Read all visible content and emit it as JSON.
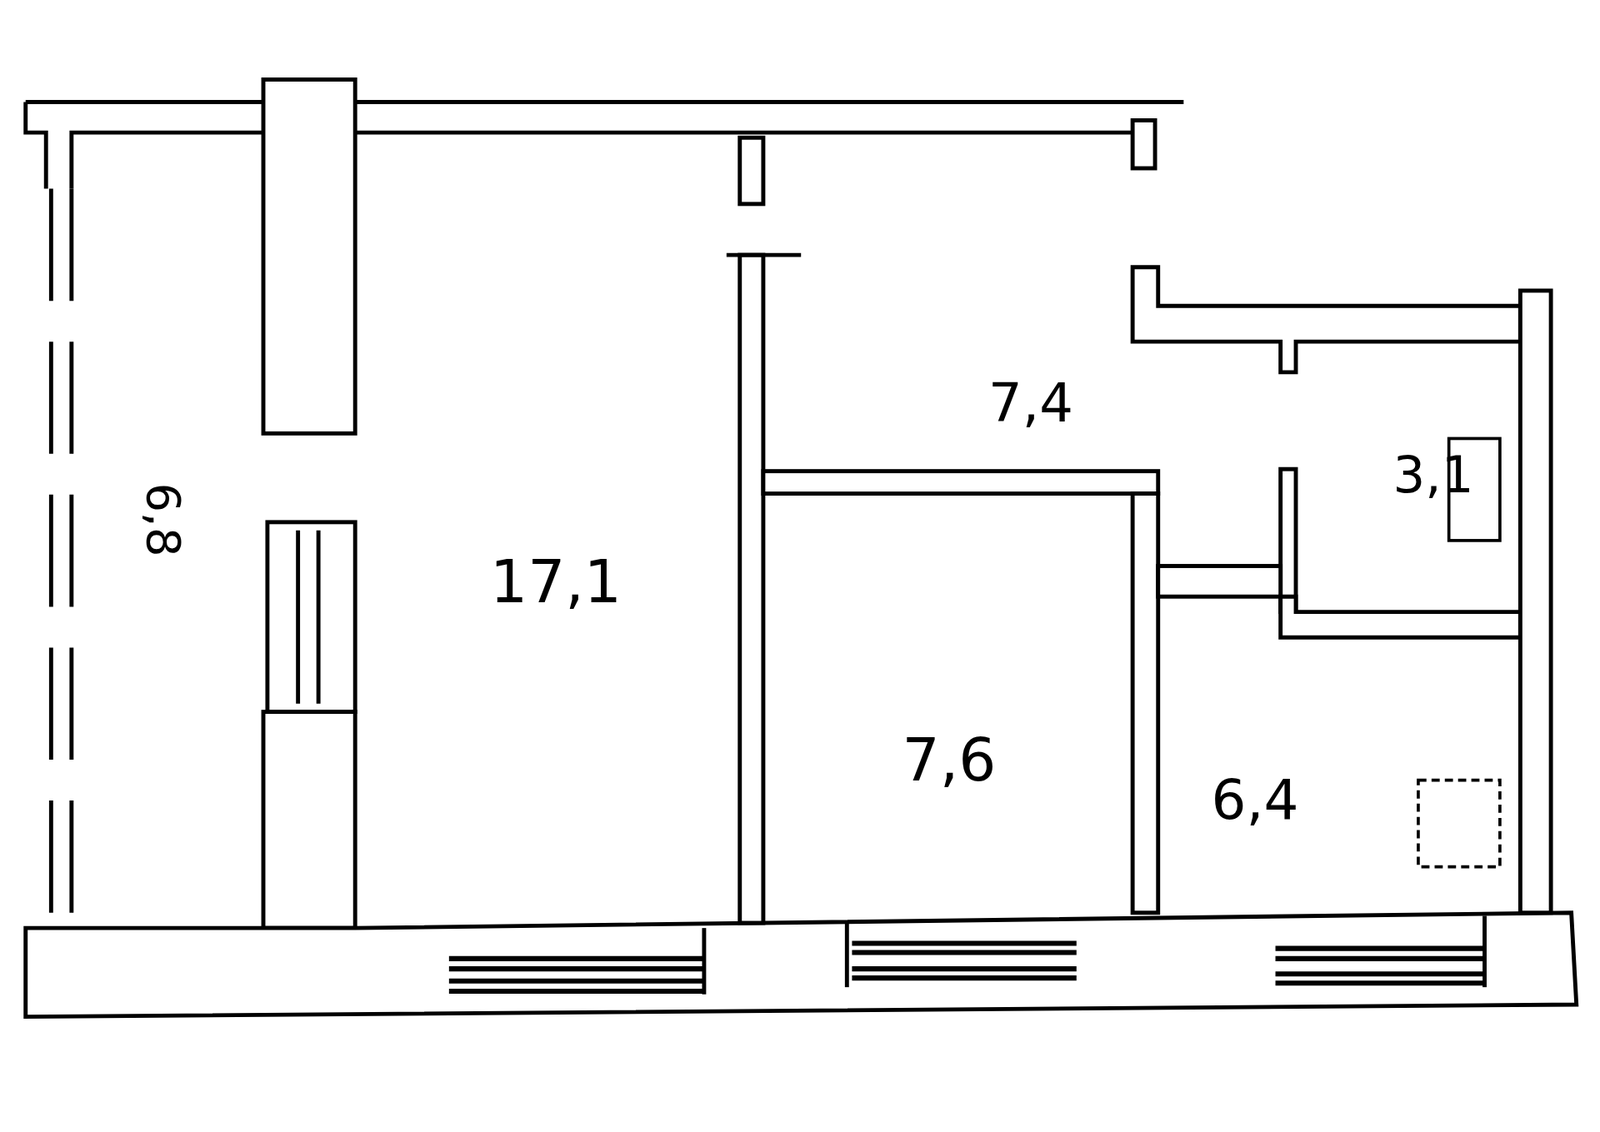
{
  "diagram": {
    "labels": [
      "6,8",
      "17,1",
      "7,4",
      "7,6",
      "3,1",
      "6,4"
    ]
  }
}
